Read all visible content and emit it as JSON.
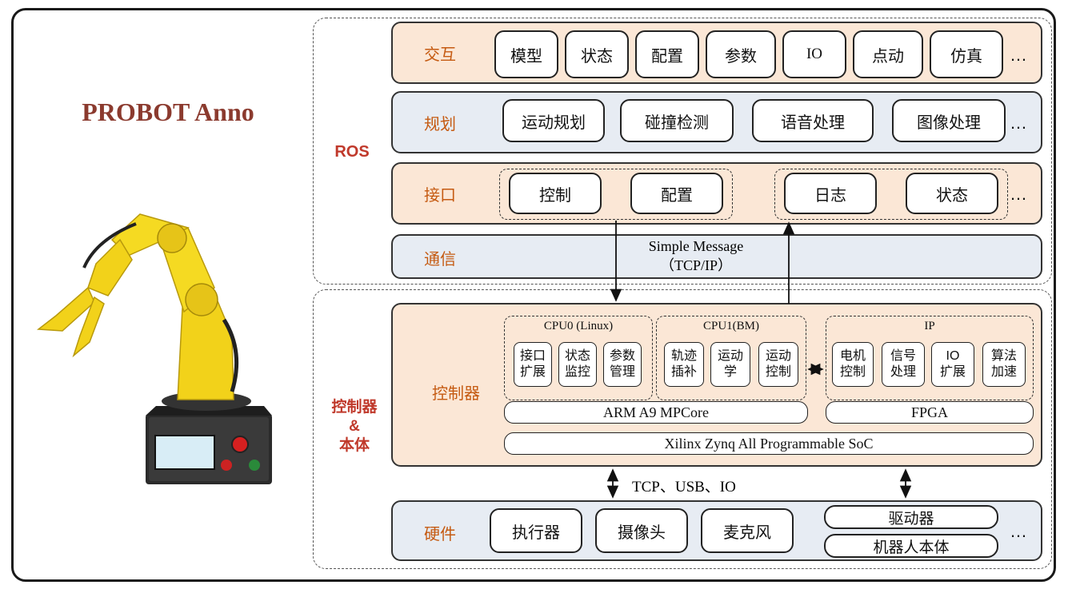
{
  "title": "PROBOT Anno",
  "ros_label": "ROS",
  "hw_group_label": [
    "控制器",
    "&",
    "本体"
  ],
  "layers": {
    "interaction": {
      "label": "交互",
      "items": [
        "模型",
        "状态",
        "配置",
        "参数",
        "IO",
        "点动",
        "仿真"
      ],
      "more": "…"
    },
    "planning": {
      "label": "规划",
      "items": [
        "运动规划",
        "碰撞检测",
        "语音处理",
        "图像处理"
      ],
      "more": "…"
    },
    "interface": {
      "label": "接口",
      "items": [
        "控制",
        "配置",
        "日志",
        "状态"
      ],
      "more": "…"
    },
    "communication": {
      "label": "通信",
      "line1": "Simple Message",
      "line2": "（TCP/IP）"
    },
    "controller": {
      "label": "控制器",
      "cpu0": {
        "title": "CPU0 (Linux)",
        "items": [
          "接口\n扩展",
          "状态\n监控",
          "参数\n管理"
        ]
      },
      "cpu1": {
        "title": "CPU1(BM)",
        "items": [
          "轨迹\n插补",
          "运动\n学",
          "运动\n控制"
        ]
      },
      "ip": {
        "title": "IP",
        "items": [
          "电机\n控制",
          "信号\n处理",
          "IO\n扩展",
          "算法\n加速"
        ]
      },
      "arm": "ARM A9 MPCore",
      "fpga": "FPGA",
      "soc": "Xilinx Zynq All Programmable SoC"
    },
    "link_label": "TCP、USB、IO",
    "hardware": {
      "label": "硬件",
      "items": [
        "执行器",
        "摄像头",
        "麦克风"
      ],
      "stack": [
        "驱动器",
        "机器人本体"
      ],
      "more": "…"
    }
  }
}
